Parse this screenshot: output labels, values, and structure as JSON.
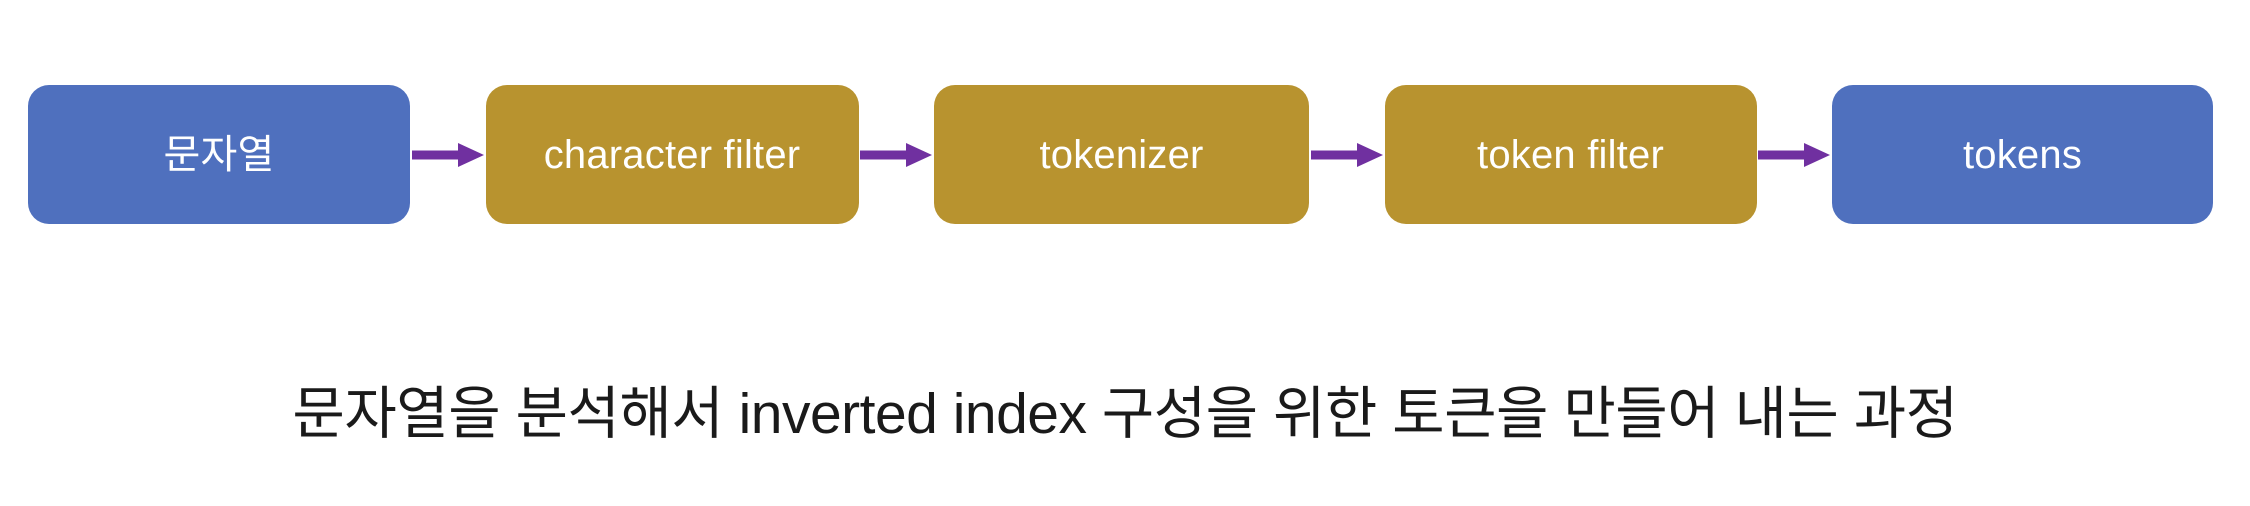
{
  "diagram": {
    "title_caption": "문자열을 분석해서 inverted index 구성을 위한 토큰을 만들어 내는 과정",
    "colors": {
      "terminal_node": "#4F70BE",
      "process_node": "#B8932F",
      "arrow": "#7030A0",
      "node_text": "#FFFFFF",
      "caption_text": "#1A1A1A",
      "background": "#FFFFFF"
    },
    "nodes": [
      {
        "id": "input-string",
        "label": "문자열",
        "kind": "terminal",
        "color": "#4F70BE"
      },
      {
        "id": "character-filter",
        "label": "character filter",
        "kind": "process",
        "color": "#B8932F"
      },
      {
        "id": "tokenizer",
        "label": "tokenizer",
        "kind": "process",
        "color": "#B8932F"
      },
      {
        "id": "token-filter",
        "label": "token filter",
        "kind": "process",
        "color": "#B8932F"
      },
      {
        "id": "output-tokens",
        "label": "tokens",
        "kind": "terminal",
        "color": "#4F70BE"
      }
    ],
    "arrows": [
      {
        "id": "arrow-1",
        "from": "input-string",
        "to": "character-filter",
        "icon": "arrow-right-icon"
      },
      {
        "id": "arrow-2",
        "from": "character-filter",
        "to": "tokenizer",
        "icon": "arrow-right-icon"
      },
      {
        "id": "arrow-3",
        "from": "tokenizer",
        "to": "token-filter",
        "icon": "arrow-right-icon"
      },
      {
        "id": "arrow-4",
        "from": "token-filter",
        "to": "output-tokens",
        "icon": "arrow-right-icon"
      }
    ]
  }
}
